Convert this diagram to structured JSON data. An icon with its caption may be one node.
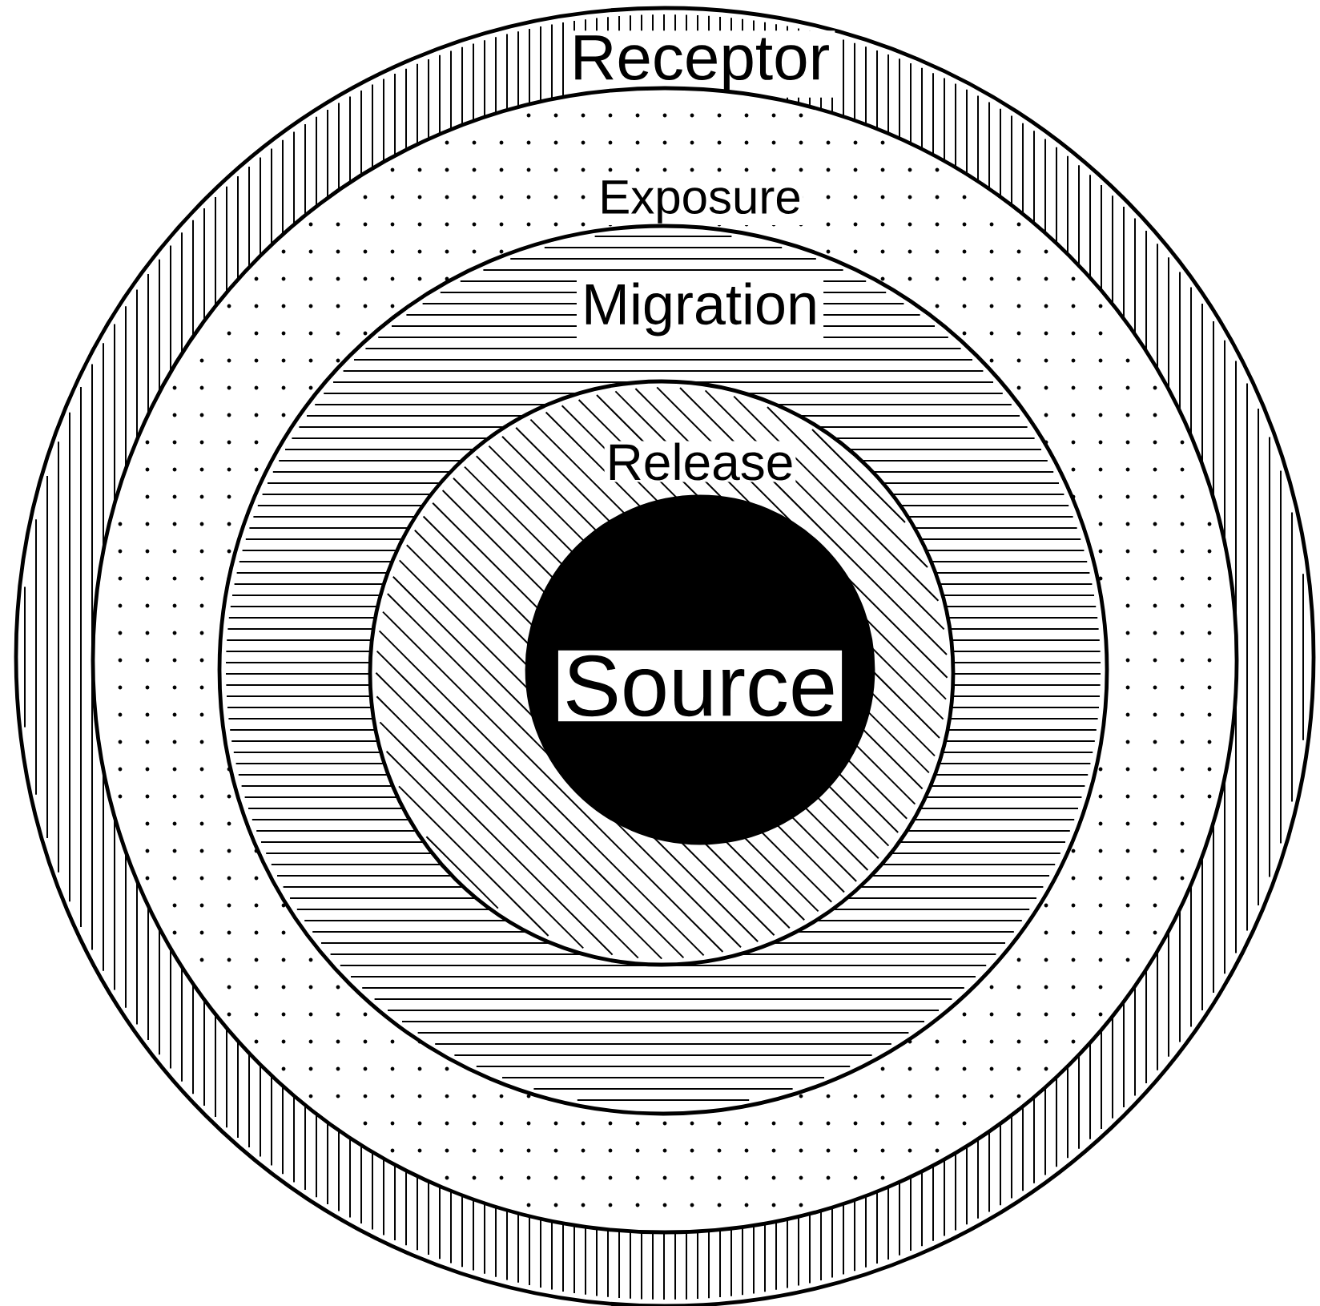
{
  "diagram": {
    "nodes": [
      {
        "text": [
          "Receptor"
        ]
      },
      {
        "text": [
          "Exposure"
        ],
        "in": 0
      },
      {
        "text": [
          "Migration"
        ],
        "in": 1
      },
      {
        "text": [
          "Release"
        ],
        "in": 2
      },
      {
        "text": [
          "Source"
        ],
        "in": 3
      }
    ]
  }
}
